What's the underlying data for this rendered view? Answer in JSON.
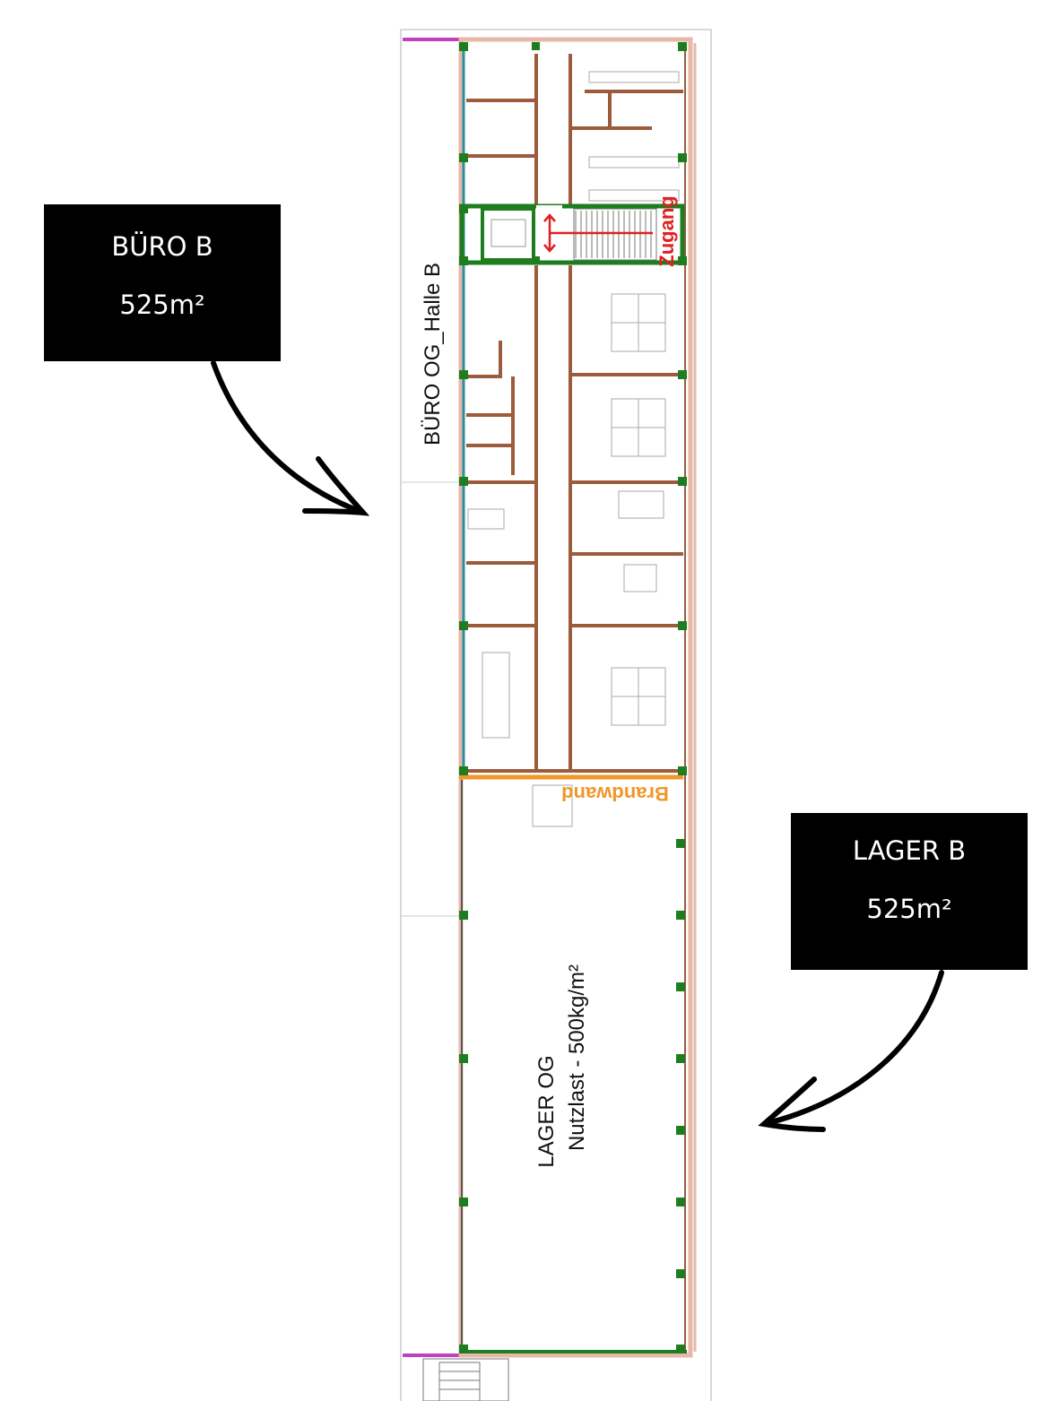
{
  "callouts": {
    "office": {
      "title": "BÜRO B",
      "area": "525m²"
    },
    "storage": {
      "title": "LAGER B",
      "area": "525m²"
    }
  },
  "plan": {
    "office_label": "BÜRO OG_Halle B",
    "entrance_label": "Zugang",
    "firewall_label": "Brandwand",
    "storage_label": "LAGER OG",
    "load_label": "Nutzlast - 500kg/m²"
  },
  "colors": {
    "wall": "#9c5b3b",
    "column": "#1e7d1e",
    "firewall": "#f0962a",
    "entrance": "#e02020",
    "glass": "#2a8fa0",
    "magenta": "#c040c0"
  }
}
